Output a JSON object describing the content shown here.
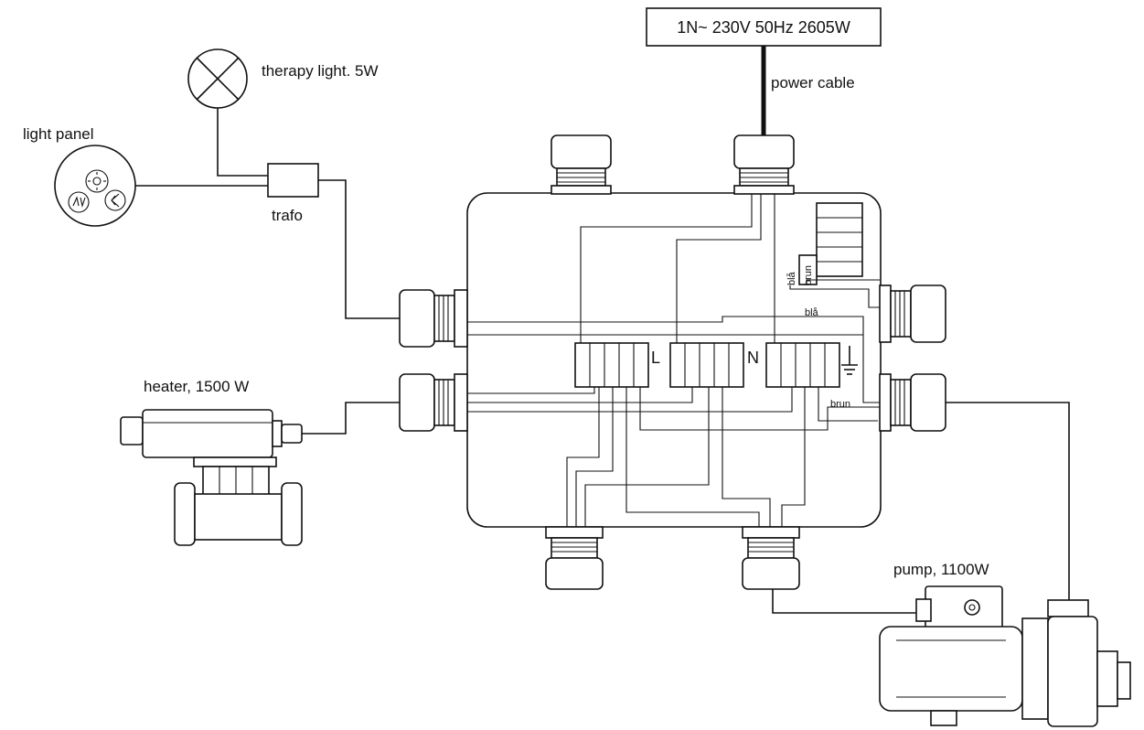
{
  "supply": {
    "rating": "1N~ 230V 50Hz 2605W",
    "cable_label": "power cable"
  },
  "components": {
    "therapy_light": "therapy light. 5W",
    "light_panel": "light panel",
    "trafo": "trafo",
    "heater": "heater, 1500 W",
    "pump": "pump, 1100W"
  },
  "terminals": {
    "live": "L",
    "neutral": "N"
  },
  "wire_colors": {
    "blue_short": "blå",
    "brown_short": "brun",
    "blue": "blå",
    "brown": "brun"
  }
}
